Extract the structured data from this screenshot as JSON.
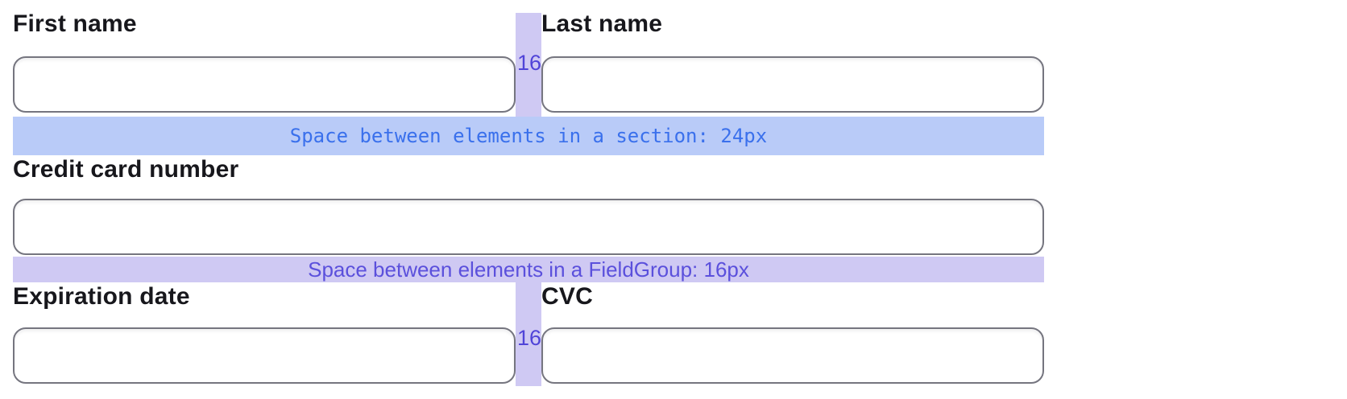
{
  "form": {
    "rows": [
      {
        "name": "names",
        "fields": [
          {
            "label": "First name",
            "value": ""
          },
          {
            "label": "Last name",
            "value": ""
          }
        ]
      },
      {
        "name": "card",
        "fields": [
          {
            "label": "Credit card number",
            "value": ""
          }
        ]
      },
      {
        "name": "expiry",
        "fields": [
          {
            "label": "Expiration date",
            "value": ""
          },
          {
            "label": "CVC",
            "value": ""
          }
        ]
      }
    ]
  },
  "annotations": {
    "section_gap": {
      "label": "Space between elements in a section: 24px",
      "background": "#b9cbf8",
      "text_color": "#3a70ec"
    },
    "fieldgroup_gap": {
      "label": "Space between elements in a FieldGroup: 16px",
      "background": "#cfc9f3",
      "text_color": "#5b50dc"
    },
    "column_gap": {
      "label": "16",
      "background": "#cfc9f3",
      "text_color": "#5044d8"
    }
  },
  "colors": {
    "page_background": "#ffffff",
    "field_label": "#17171c",
    "input_border": "#75757f"
  }
}
